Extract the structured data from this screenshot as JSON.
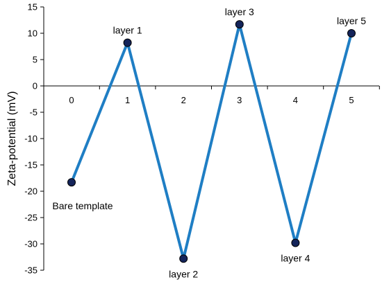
{
  "chart_data": {
    "type": "line",
    "title": "",
    "xlabel": "",
    "ylabel": "Zeta-potential (mV)",
    "x": [
      0,
      1,
      2,
      3,
      4,
      5
    ],
    "x_tick_labels": [
      "0",
      "1",
      "2",
      "3",
      "4",
      "5"
    ],
    "ylim": [
      -35,
      15
    ],
    "y_ticks": [
      15,
      10,
      5,
      0,
      -5,
      -10,
      -15,
      -20,
      -25,
      -30,
      -35
    ],
    "y_tick_labels": [
      "15",
      "10",
      "5",
      "0",
      "-5",
      "-10",
      "-15",
      "-20",
      "-25",
      "-30",
      "-35"
    ],
    "grid": false,
    "legend": "none",
    "series": [
      {
        "values": [
          -18.3,
          8.2,
          -32.8,
          11.7,
          -29.8,
          10.0
        ],
        "point_labels": [
          "Bare template",
          "layer 1",
          "layer 2",
          "layer 3",
          "layer 4",
          "layer 5"
        ],
        "label_positions": [
          "below",
          "above",
          "below",
          "above",
          "below",
          "above"
        ],
        "line_color": "#1f7ec4",
        "marker_color": "#14245a"
      }
    ]
  }
}
